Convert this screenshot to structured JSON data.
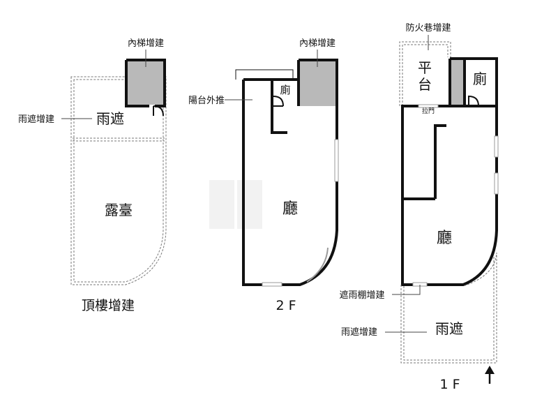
{
  "plans": {
    "roof": {
      "floor_label": "頂樓增建",
      "stair_annotation": "內梯增建",
      "canopy_annotation": "雨遮增建",
      "canopy_room": "雨遮",
      "terrace_room": "露臺"
    },
    "second": {
      "floor_label": "2 F",
      "stair_annotation": "內梯增建",
      "balcony_annotation": "陽台外推",
      "toilet_room": "廁",
      "hall_room": "廳"
    },
    "first": {
      "floor_label": "1 F",
      "firelane_annotation": "防火巷增建",
      "platform_room_top": "平",
      "platform_room_bottom": "台",
      "toilet_room": "廁",
      "sliding_door": "拉門",
      "hall_room": "廳",
      "rain_shed_annotation": "遮雨棚增建",
      "canopy_annotation": "雨遮增建",
      "canopy_room": "雨遮",
      "entrance_arrow": "arrow-up-icon"
    }
  },
  "colors": {
    "wall": "#111111",
    "addition_fill": "#b9b9b9",
    "dashed_outline": "#777777"
  }
}
